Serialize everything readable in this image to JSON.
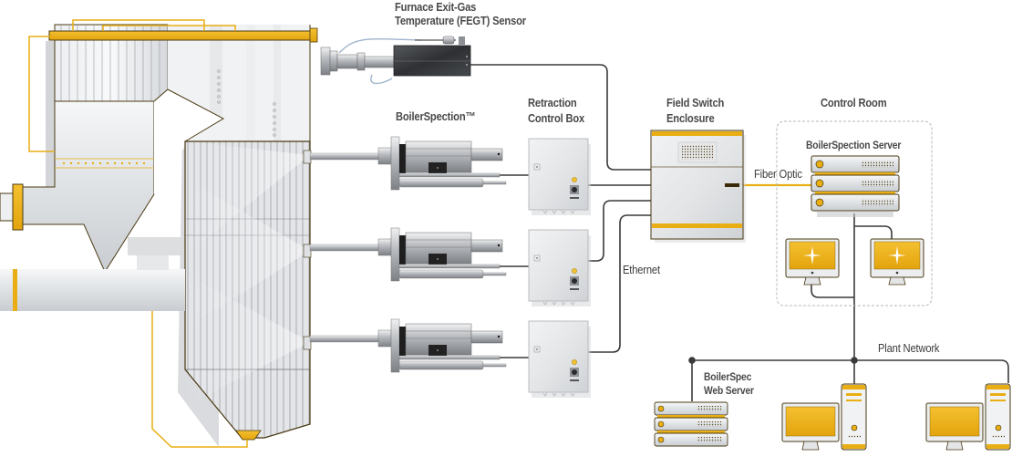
{
  "title": "BoilerSpection system architecture",
  "labels": {
    "fegt_sensor": [
      "Furnace Exit-Gas",
      "Temperature (FEGT) Sensor"
    ],
    "boilerspection": "BoilerSpection™",
    "retraction_box": [
      "Retraction",
      "Control Box"
    ],
    "field_switch": [
      "Field Switch",
      "Enclosure"
    ],
    "control_room": "Control Room",
    "server": "BoilerSpection Server",
    "fiber_optic": "Fiber Optic",
    "ethernet": "Ethernet",
    "plant_network": "Plant Network",
    "web_server": [
      "BoilerSpec",
      "Web Server"
    ]
  },
  "components": {
    "boiler": "Boiler",
    "cameras": [
      "BoilerSpection camera 1",
      "BoilerSpection camera 2",
      "BoilerSpection camera 3"
    ],
    "control_boxes": [
      "Retraction control box 1",
      "Retraction control box 2",
      "Retraction control box 3"
    ],
    "control_room_monitors": 2,
    "plant_workstations": 2
  },
  "colors": {
    "accent": "#e8ae14",
    "outline": "#4a3a14",
    "wire": "#3a3a3a",
    "metal": "#d8dade"
  }
}
